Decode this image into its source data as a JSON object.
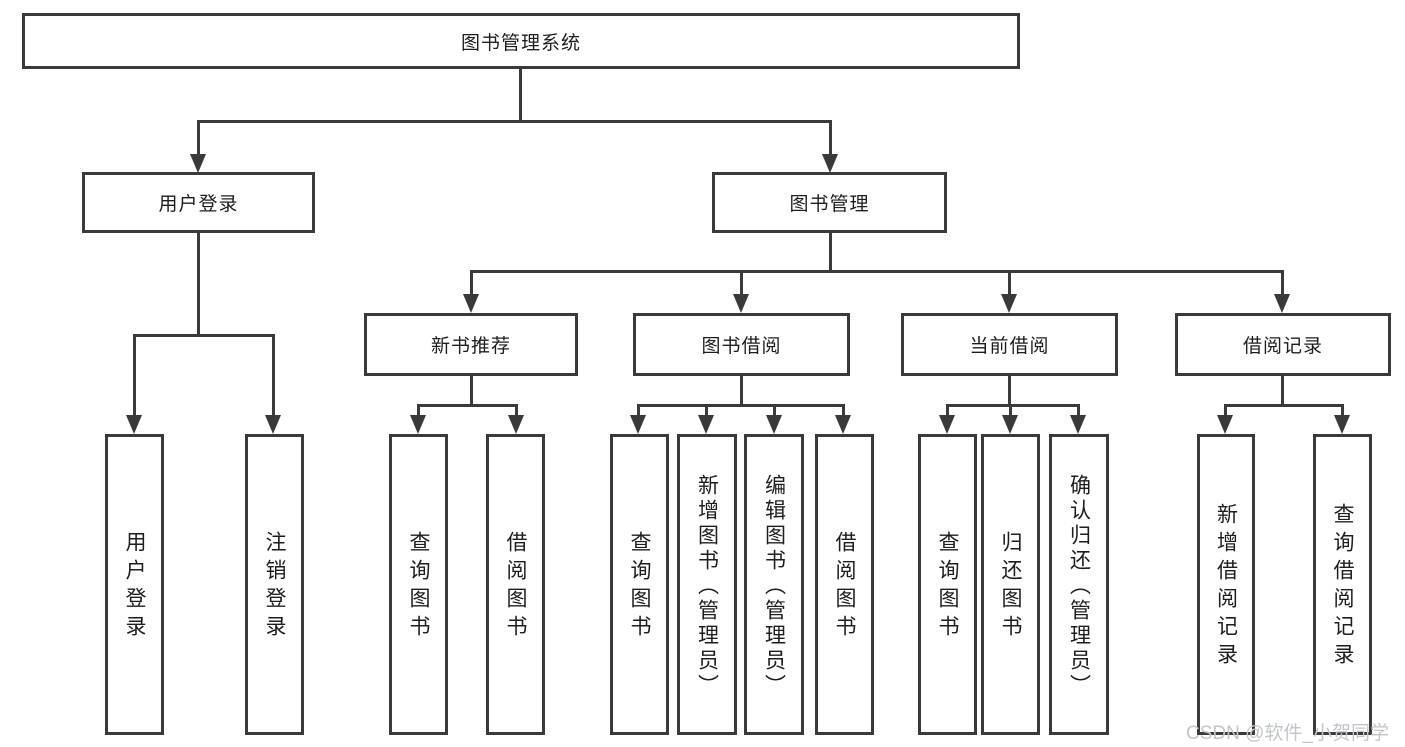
{
  "tree": {
    "root": {
      "label": "图书管理系统"
    },
    "branches": [
      {
        "label": "用户登录",
        "children": [
          {
            "label": "用户登录"
          },
          {
            "label": "注销登录"
          }
        ]
      },
      {
        "label": "图书管理",
        "children": [
          {
            "label": "新书推荐",
            "children": [
              {
                "label": "查询图书"
              },
              {
                "label": "借阅图书"
              }
            ]
          },
          {
            "label": "图书借阅",
            "children": [
              {
                "label": "查询图书"
              },
              {
                "label": "新增图书（管理员）"
              },
              {
                "label": "编辑图书（管理员）"
              },
              {
                "label": "借阅图书"
              }
            ]
          },
          {
            "label": "当前借阅",
            "children": [
              {
                "label": "查询图书"
              },
              {
                "label": "归还图书"
              },
              {
                "label": "确认归还（管理员）"
              }
            ]
          },
          {
            "label": "借阅记录",
            "children": [
              {
                "label": "新增借阅记录"
              },
              {
                "label": "查询借阅记录"
              }
            ]
          }
        ]
      }
    ]
  },
  "watermark": "CSDN @软件_小贺同学",
  "colors": {
    "line": "#3a3a3a",
    "text": "#1e1e1e",
    "watermark": "#c2c5c9"
  }
}
